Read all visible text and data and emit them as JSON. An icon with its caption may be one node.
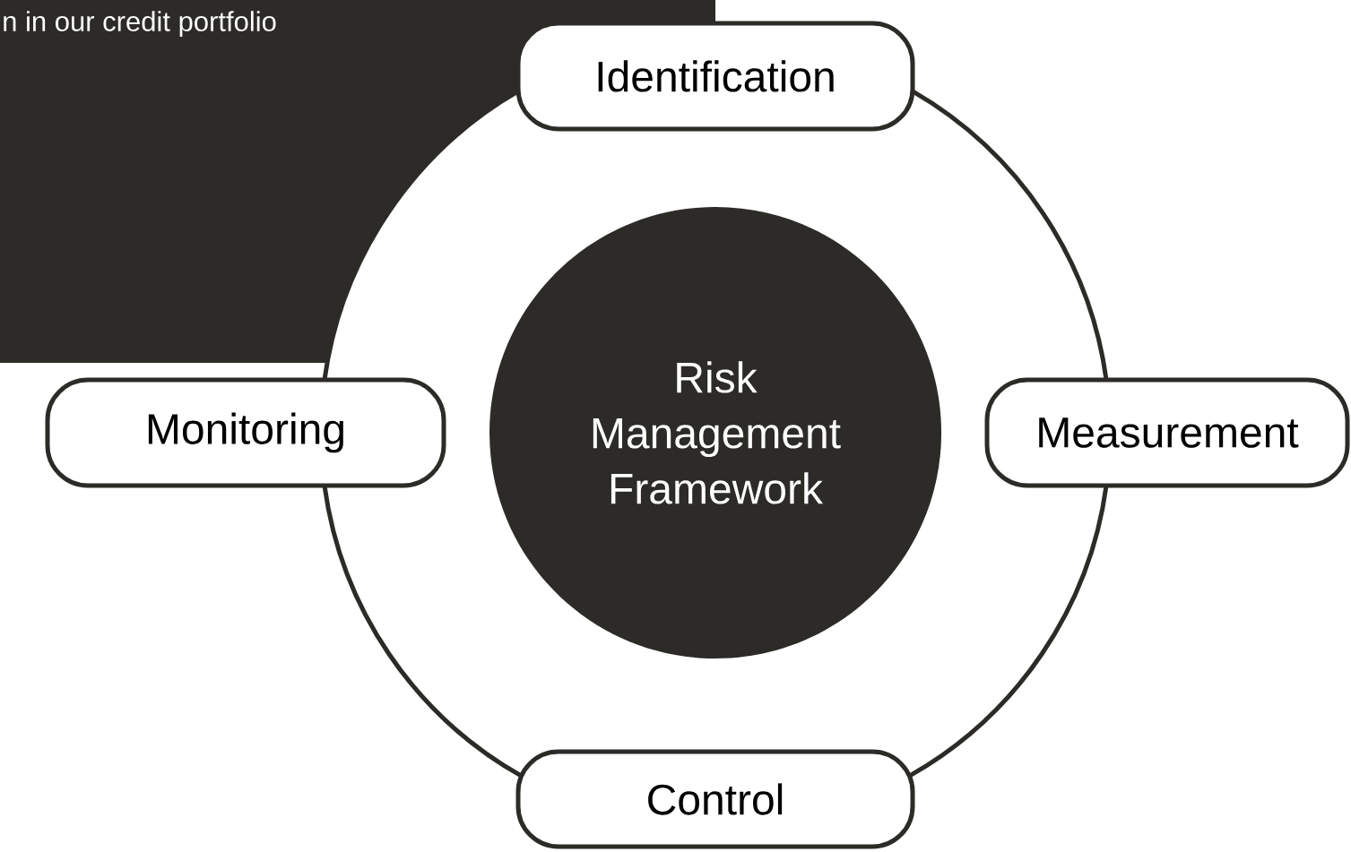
{
  "diagram": {
    "nodes": [
      {
        "text": [
          "Risk Management Framework"
        ]
      },
      {
        "text": [
          "Identification"
        ]
      },
      {
        "text": [
          "Measurement"
        ]
      },
      {
        "text": [
          "Control"
        ]
      },
      {
        "text": [
          "Monitoring"
        ]
      }
    ],
    "edges": [
      {
        "from": 1,
        "to": 2,
        "arrow": "none"
      },
      {
        "from": 2,
        "to": 3,
        "arrow": "none"
      },
      {
        "from": 3,
        "to": 4,
        "arrow": "none"
      },
      {
        "from": 4,
        "to": 1,
        "arrow": "none"
      }
    ],
    "labels": [
      "n in our credit portfolio"
    ]
  }
}
